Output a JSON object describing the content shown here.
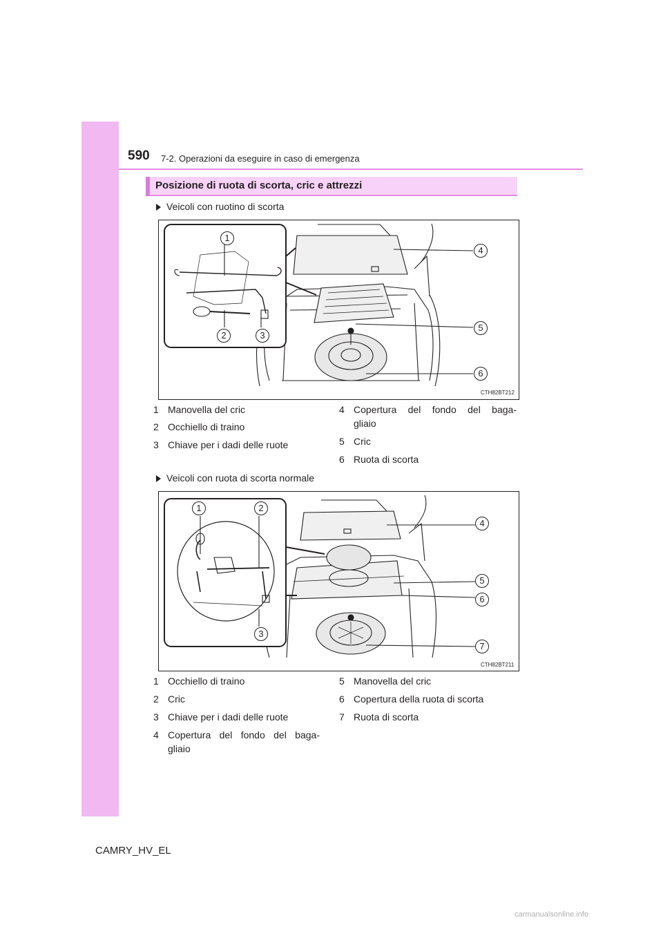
{
  "header": {
    "page_number": "590",
    "chapter": "7-2. Operazioni da eseguire in caso di emergenza"
  },
  "section": {
    "title": "Posizione di ruota di scorta, cric e attrezzi"
  },
  "figure1": {
    "bullet": "Veicoli con ruotino di scorta",
    "code": "CTH82BT212",
    "callouts": [
      "1",
      "2",
      "3",
      "4",
      "5",
      "6"
    ],
    "items_left": [
      {
        "n": "1",
        "text": "Manovella del cric"
      },
      {
        "n": "2",
        "text": "Occhiello di traino"
      },
      {
        "n": "3",
        "text": "Chiave per i dadi delle ruote"
      }
    ],
    "items_right": [
      {
        "n": "4",
        "line1": "Copertura del fondo del baga-",
        "line2": "gliaio"
      },
      {
        "n": "5",
        "text": "Cric"
      },
      {
        "n": "6",
        "text": "Ruota di scorta"
      }
    ]
  },
  "figure2": {
    "bullet": "Veicoli con ruota di scorta normale",
    "code": "CTH82BT211",
    "callouts": [
      "1",
      "2",
      "3",
      "4",
      "5",
      "6",
      "7"
    ],
    "items_left": [
      {
        "n": "1",
        "text": "Occhiello di traino"
      },
      {
        "n": "2",
        "text": "Cric"
      },
      {
        "n": "3",
        "text": "Chiave per i dadi delle ruote"
      },
      {
        "n": "4",
        "line1": "Copertura del fondo del baga-",
        "line2": "gliaio"
      }
    ],
    "items_right": [
      {
        "n": "5",
        "text": "Manovella del cric"
      },
      {
        "n": "6",
        "text": "Copertura della ruota di scorta"
      },
      {
        "n": "7",
        "text": "Ruota di scorta"
      }
    ]
  },
  "footer": {
    "model": "CAMRY_HV_EL"
  },
  "watermark": "carmanualsonline.info"
}
